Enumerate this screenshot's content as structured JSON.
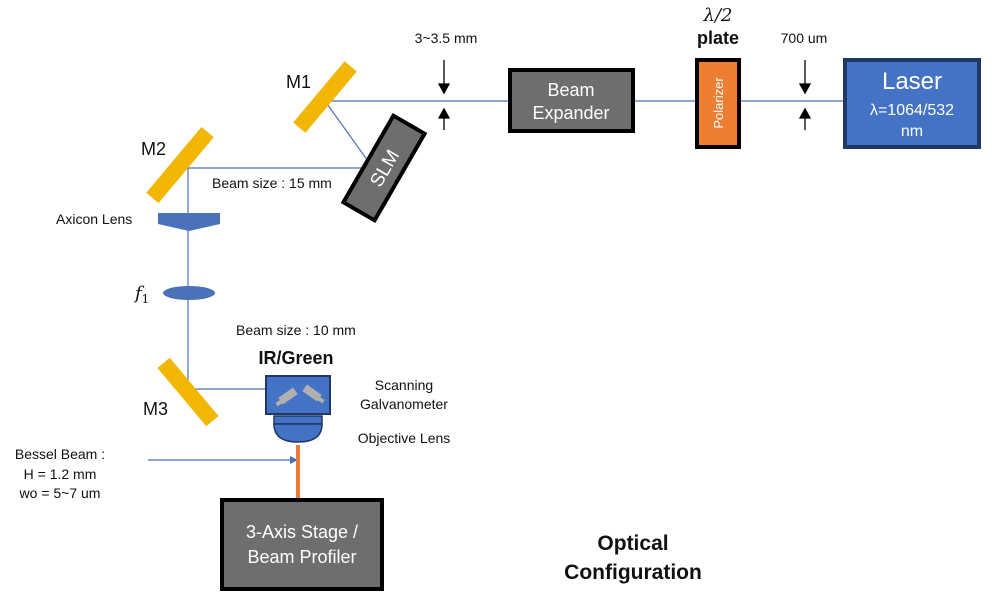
{
  "colors": {
    "beam": "#4a72b8",
    "mirror": "#f2b705",
    "box_dark": "#6e6e6e",
    "laser_blue": "#4472c4",
    "polarizer_orange": "#ed7d31",
    "galvo_blue": "#4472c4",
    "output_beam": "#ed7d31"
  },
  "labels": {
    "m1": "M1",
    "m2": "M2",
    "m3": "M3",
    "slm": "SLM",
    "beam_expander_line1": "Beam",
    "beam_expander_line2": "Expander",
    "polarizer": "Polarizer",
    "half_wave_line1": "λ/2",
    "half_wave_line2": "plate",
    "laser_title": "Laser",
    "laser_wavelength": "λ=1064/532",
    "laser_unit": "nm",
    "gap_expanded": "3~3.5 mm",
    "gap_laser": "700 um",
    "beam_size_15": "Beam size : 15 mm",
    "beam_size_10": "Beam size : 10 mm",
    "axicon": "Axicon Lens",
    "f1_symbol": "f",
    "f1_subscript": "1",
    "ir_green": "IR/Green",
    "scanning_line1": "Scanning",
    "scanning_line2": "Galvanometer",
    "objective": "Objective Lens",
    "bessel_line1": "Bessel Beam :",
    "bessel_line2": "H = 1.2 mm",
    "bessel_line3": "wo = 5~7 um",
    "stage_line1": "3-Axis Stage /",
    "stage_line2": "Beam Profiler",
    "caption_line1": "Optical",
    "caption_line2": "Configuration"
  }
}
